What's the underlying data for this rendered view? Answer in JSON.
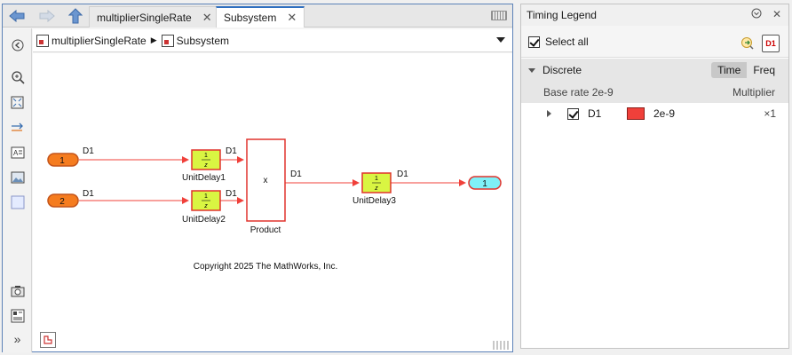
{
  "tabs": [
    {
      "label": "multiplierSingleRate"
    },
    {
      "label": "Subsystem"
    }
  ],
  "breadcrumb": {
    "items": [
      "multiplierSingleRate",
      "Subsystem"
    ]
  },
  "model": {
    "inports": [
      "1",
      "2"
    ],
    "outport": "1",
    "blocks": {
      "unit_delay_1": "UnitDelay1",
      "unit_delay_2": "UnitDelay2",
      "unit_delay_3": "UnitDelay3",
      "product": "Product",
      "product_symbol": "x",
      "delay_symbol_num": "1",
      "delay_symbol_den": "z"
    },
    "signal_label": "D1",
    "copyright": "Copyright 2025 The MathWorks, Inc."
  },
  "timing_legend": {
    "title": "Timing Legend",
    "select_all": "Select all",
    "d1_button": "D1",
    "section": "Discrete",
    "view_time": "Time",
    "view_freq": "Freq",
    "base_rate": "Base rate 2e-9",
    "multiplier_header": "Multiplier",
    "rates": [
      {
        "name": "D1",
        "value": "2e-9",
        "multiplier": "×1",
        "color": "#f0403a",
        "checked": true
      }
    ]
  },
  "colors": {
    "signal": "#f0403a",
    "inport": "#f57c1f",
    "outport": "#7ff0f7",
    "delay": "#d9f542",
    "accent": "#2f6fbf"
  }
}
